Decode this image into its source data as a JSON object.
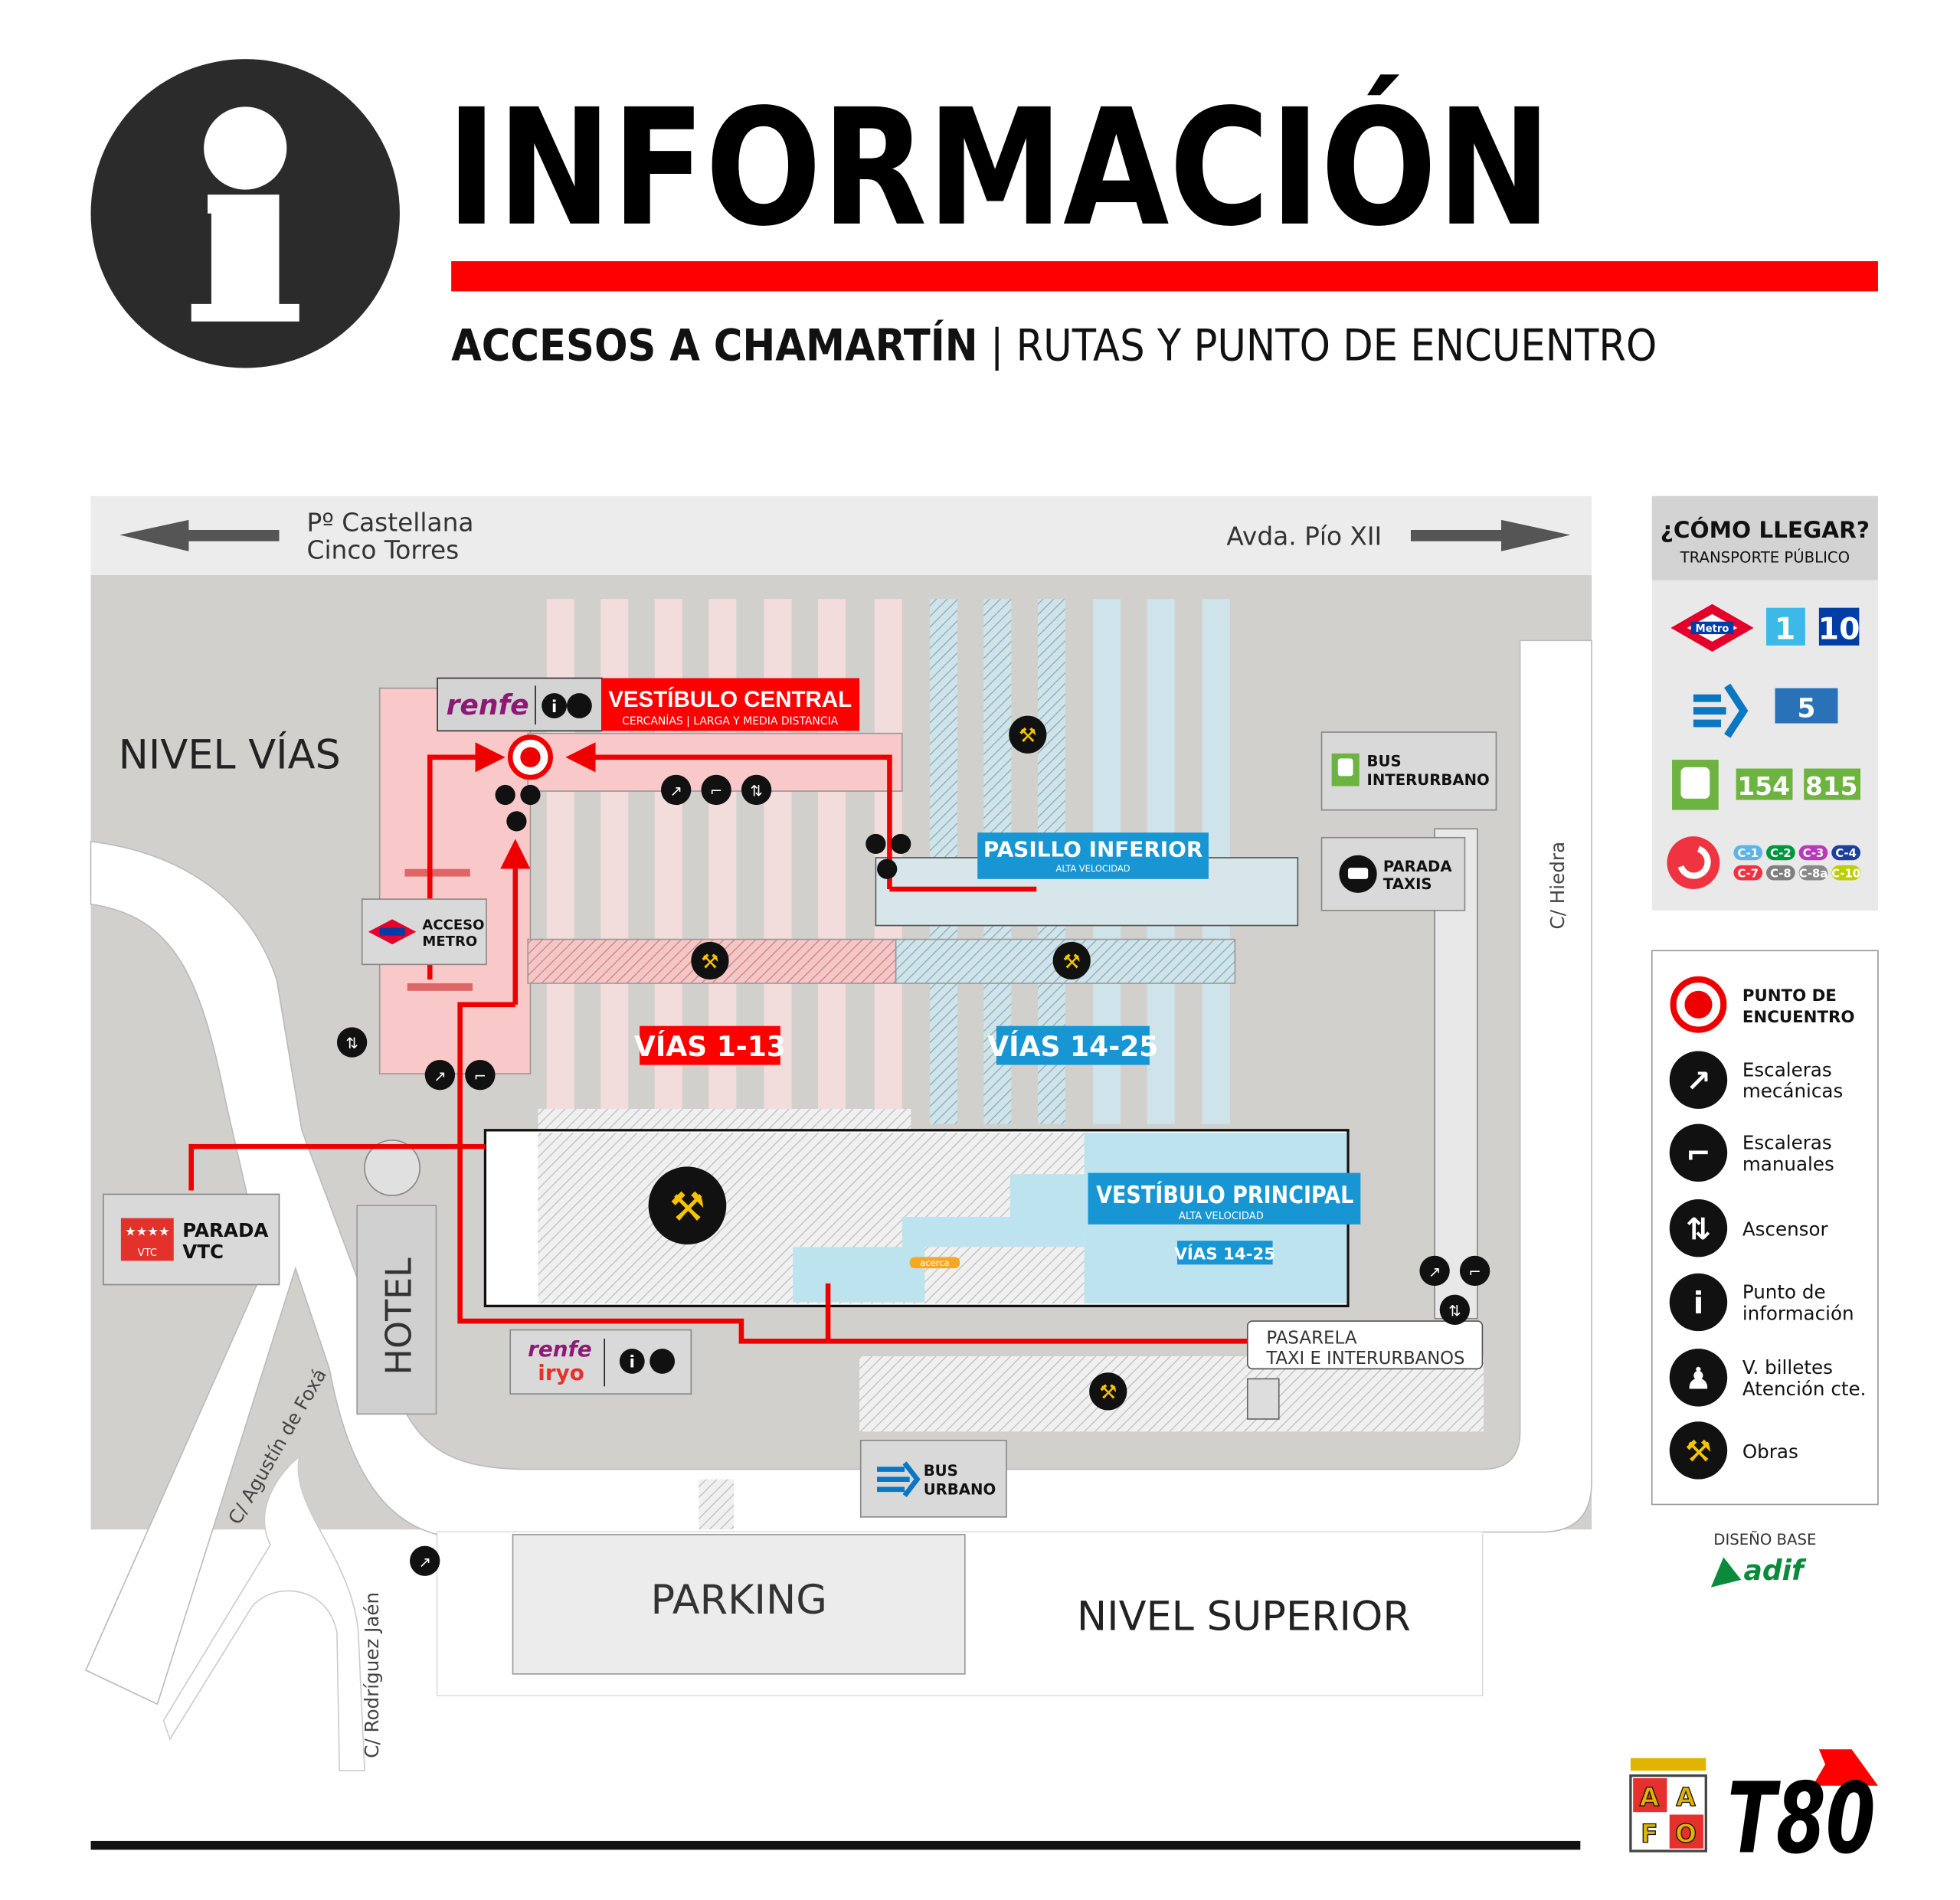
{
  "header": {
    "title": "INFORMACIÓN",
    "subtitle_bold": "ACCESOS A CHAMARTÍN",
    "subtitle_sep": "|",
    "subtitle_rest": "RUTAS Y PUNTO DE ENCUENTRO",
    "accent_color": "#ff0000"
  },
  "map": {
    "top_left_street_1": "Pº Castellana",
    "top_left_street_2": "Cinco Torres",
    "top_right_street": "Avda. Pío XII",
    "level_tracks": "NIVEL VÍAS",
    "level_upper": "NIVEL SUPERIOR",
    "parking": "PARKING",
    "hotel": "HOTEL",
    "street_foxa": "C/ Agustín de Foxá",
    "street_jaen": "C/ Rodríguez Jaén",
    "street_hiedra": "C/ Hiedra",
    "vestibulo_central": {
      "title": "VESTÍBULO CENTRAL",
      "subtitle": "CERCANÍAS | LARGA Y MEDIA DISTANCIA",
      "brand": "renfe"
    },
    "vestibulo_principal": {
      "title": "VESTÍBULO PRINCIPAL",
      "subtitle": "ALTA VELOCIDAD",
      "tracks": "VÍAS 14-25"
    },
    "pasillo_inferior": {
      "title": "PASILLO INFERIOR",
      "subtitle": "ALTA VELOCIDAD"
    },
    "vias_1_13": "VÍAS 1-13",
    "vias_14_25": "VÍAS 14-25",
    "bus_interurbano": [
      "BUS",
      "INTERURBANO"
    ],
    "parada_taxis": [
      "PARADA",
      "TAXIS"
    ],
    "acceso_metro": [
      "ACCESO",
      "METRO"
    ],
    "parada_vtc": [
      "PARADA",
      "VTC"
    ],
    "vtc_badge": "VTC",
    "renfe_iryo": [
      "renfe",
      "iryo"
    ],
    "bus_urbano": [
      "BUS",
      "URBANO"
    ],
    "pasarela": [
      "PASARELA",
      "TAXI E INTERURBANOS"
    ],
    "acerca": "acerca",
    "metro_badge": "Metro"
  },
  "transport": {
    "title": "¿CÓMO LLEGAR?",
    "subtitle": "TRANSPORTE PÚBLICO",
    "metro_label": "Metro",
    "metro_lines": [
      {
        "n": "1",
        "color": "#3db9e8"
      },
      {
        "n": "10",
        "color": "#003da5"
      }
    ],
    "emt_lines": [
      {
        "n": "5",
        "color": "#2a72b8"
      }
    ],
    "bus_lines": [
      {
        "n": "154",
        "color": "#6db33f"
      },
      {
        "n": "815",
        "color": "#6db33f"
      }
    ],
    "cercanias_lines": [
      {
        "n": "C-1",
        "color": "#5fb3e6"
      },
      {
        "n": "C-2",
        "color": "#009640"
      },
      {
        "n": "C-3",
        "color": "#b83ab8"
      },
      {
        "n": "C-4",
        "color": "#1d3f9a"
      },
      {
        "n": "C-7",
        "color": "#ef3340"
      },
      {
        "n": "C-8",
        "color": "#7f7f7f"
      },
      {
        "n": "C-8a",
        "color": "#8a8a8a"
      },
      {
        "n": "C-10",
        "color": "#bccf00"
      }
    ]
  },
  "legend": [
    {
      "icon": "meeting-point-icon",
      "label": [
        "PUNTO DE",
        "ENCUENTRO"
      ]
    },
    {
      "icon": "escalator-icon",
      "label": [
        "Escaleras",
        "mecánicas"
      ]
    },
    {
      "icon": "stairs-icon",
      "label": [
        "Escaleras",
        "manuales"
      ]
    },
    {
      "icon": "elevator-icon",
      "label": [
        "Ascensor",
        ""
      ]
    },
    {
      "icon": "info-icon",
      "label": [
        "Punto de",
        "información"
      ]
    },
    {
      "icon": "ticket-office-icon",
      "label": [
        "V. billetes",
        "Atención cte."
      ]
    },
    {
      "icon": "works-icon",
      "label": [
        "Obras",
        ""
      ]
    }
  ],
  "footer": {
    "design_base": "DISEÑO BASE",
    "adif": "adif",
    "aafo": [
      "A",
      "A",
      "F",
      "O"
    ],
    "t80": "T80"
  }
}
